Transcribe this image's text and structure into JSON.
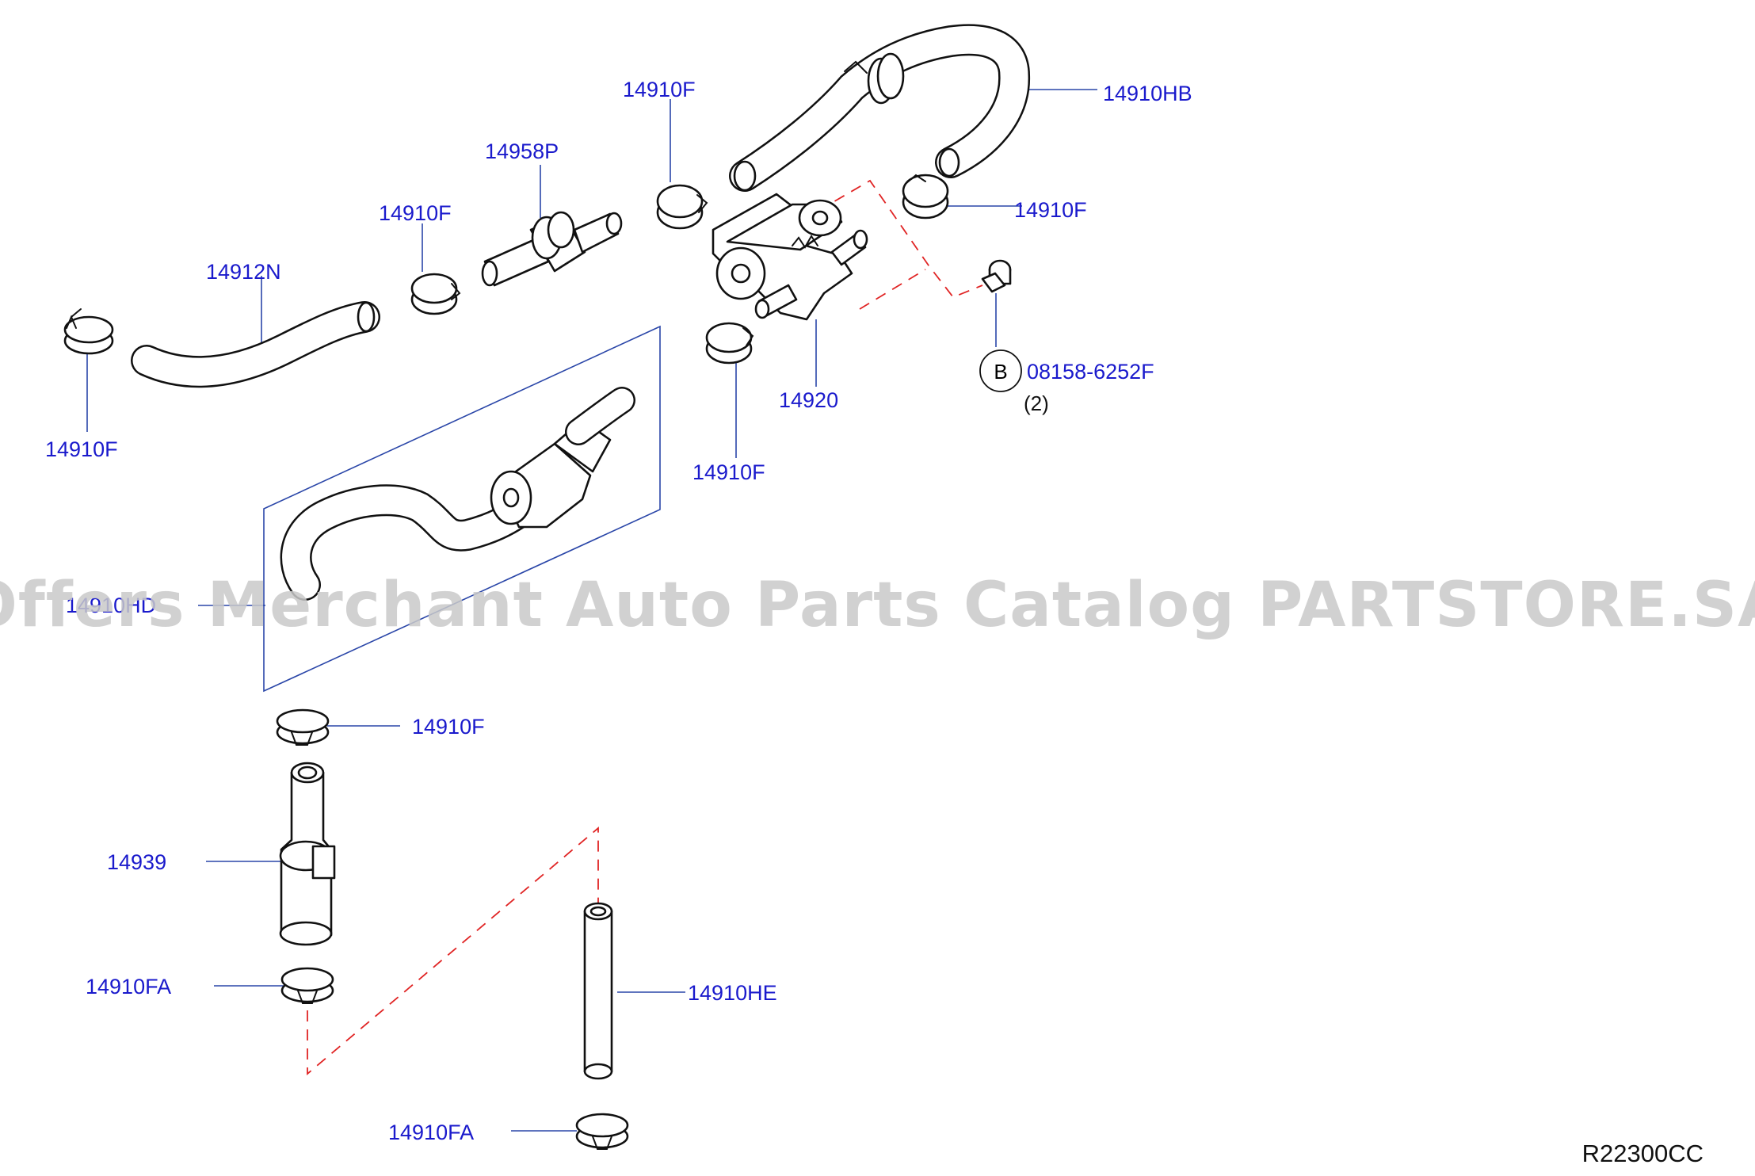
{
  "colors": {
    "label": "#1a1acc",
    "leader": "#2a46a8",
    "dashed": "#e02424",
    "watermark": "#c9c9c9",
    "line": "#111111"
  },
  "watermark": "Offers Merchant Auto Parts Catalog PARTSTORE.SA",
  "diagram_code": "R22300CC",
  "labels": {
    "clamp_top_left": "14910F",
    "clamp_upper": "14910F",
    "clamp_mid_left": "14910F",
    "clamp_right": "14910F",
    "clamp_lower_valve": "14910F",
    "clamp_below_box": "14910F",
    "clamp_fa_left": "14910FA",
    "clamp_fa_bottom": "14910FA",
    "hose_14912n": "14912N",
    "valve_14958p": "14958P",
    "hose_14910hb": "14910HB",
    "solenoid_14920": "14920",
    "hose_assembly_14910hd": "14910HD",
    "connector_14939": "14939",
    "hose_14910he": "14910HE",
    "bolt_part": "08158-6252F",
    "bolt_qty": "(2)",
    "bolt_ref_letter": "B"
  }
}
